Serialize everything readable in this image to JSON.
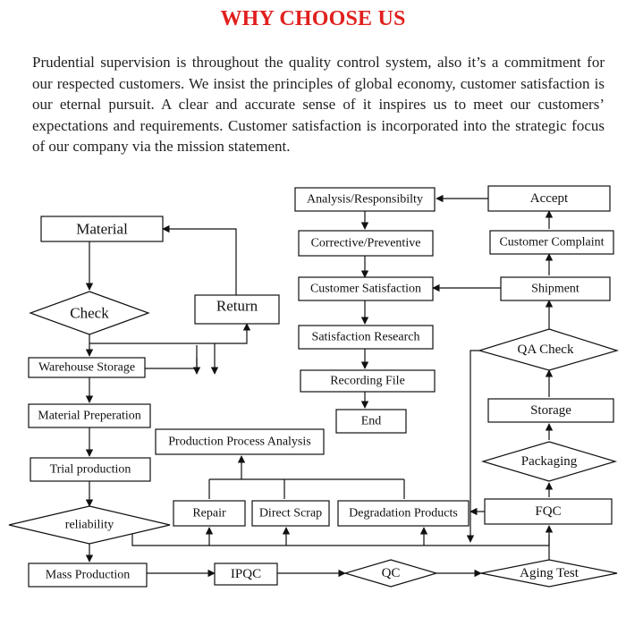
{
  "heading": "WHY CHOOSE US",
  "intro": "Prudential supervision is throughout the quality control system, also it’s a commitment for our respected customers. We insist the principles of global economy, customer satisfaction is our eternal pursuit. A clear and accurate sense of it inspires us to meet our customers’ expectations and requirements. Customer satisfaction is incorporated into the strategic focus of our company via the mission statement.",
  "flow": {
    "material": "Material",
    "check": "Check",
    "return": "Return",
    "warehouse_storage": "Warehouse Storage",
    "material_preperation": "Material Preperation",
    "trial_production": "Trial production",
    "reliability": "reliability",
    "mass_production": "Mass Production",
    "ipqc": "IPQC",
    "qc": "QC",
    "aging_test": "Aging Test",
    "fqc": "FQC",
    "packaging": "Packaging",
    "storage": "Storage",
    "qa_check": "QA Check",
    "shipment": "Shipment",
    "customer_complaint": "Customer Complaint",
    "accept": "Accept",
    "analysis_responsibility": "Analysis/Responsibilty",
    "corrective_preventive": "Corrective/Preventive",
    "customer_satisfaction": "Customer Satisfaction",
    "satisfaction_research": "Satisfaction Research",
    "recording_file": "Recording File",
    "end": "End",
    "production_process_analysis": "Production Process Analysis",
    "repair": "Repair",
    "direct_scrap": "Direct Scrap",
    "degradation_products": "Degradation Products"
  }
}
